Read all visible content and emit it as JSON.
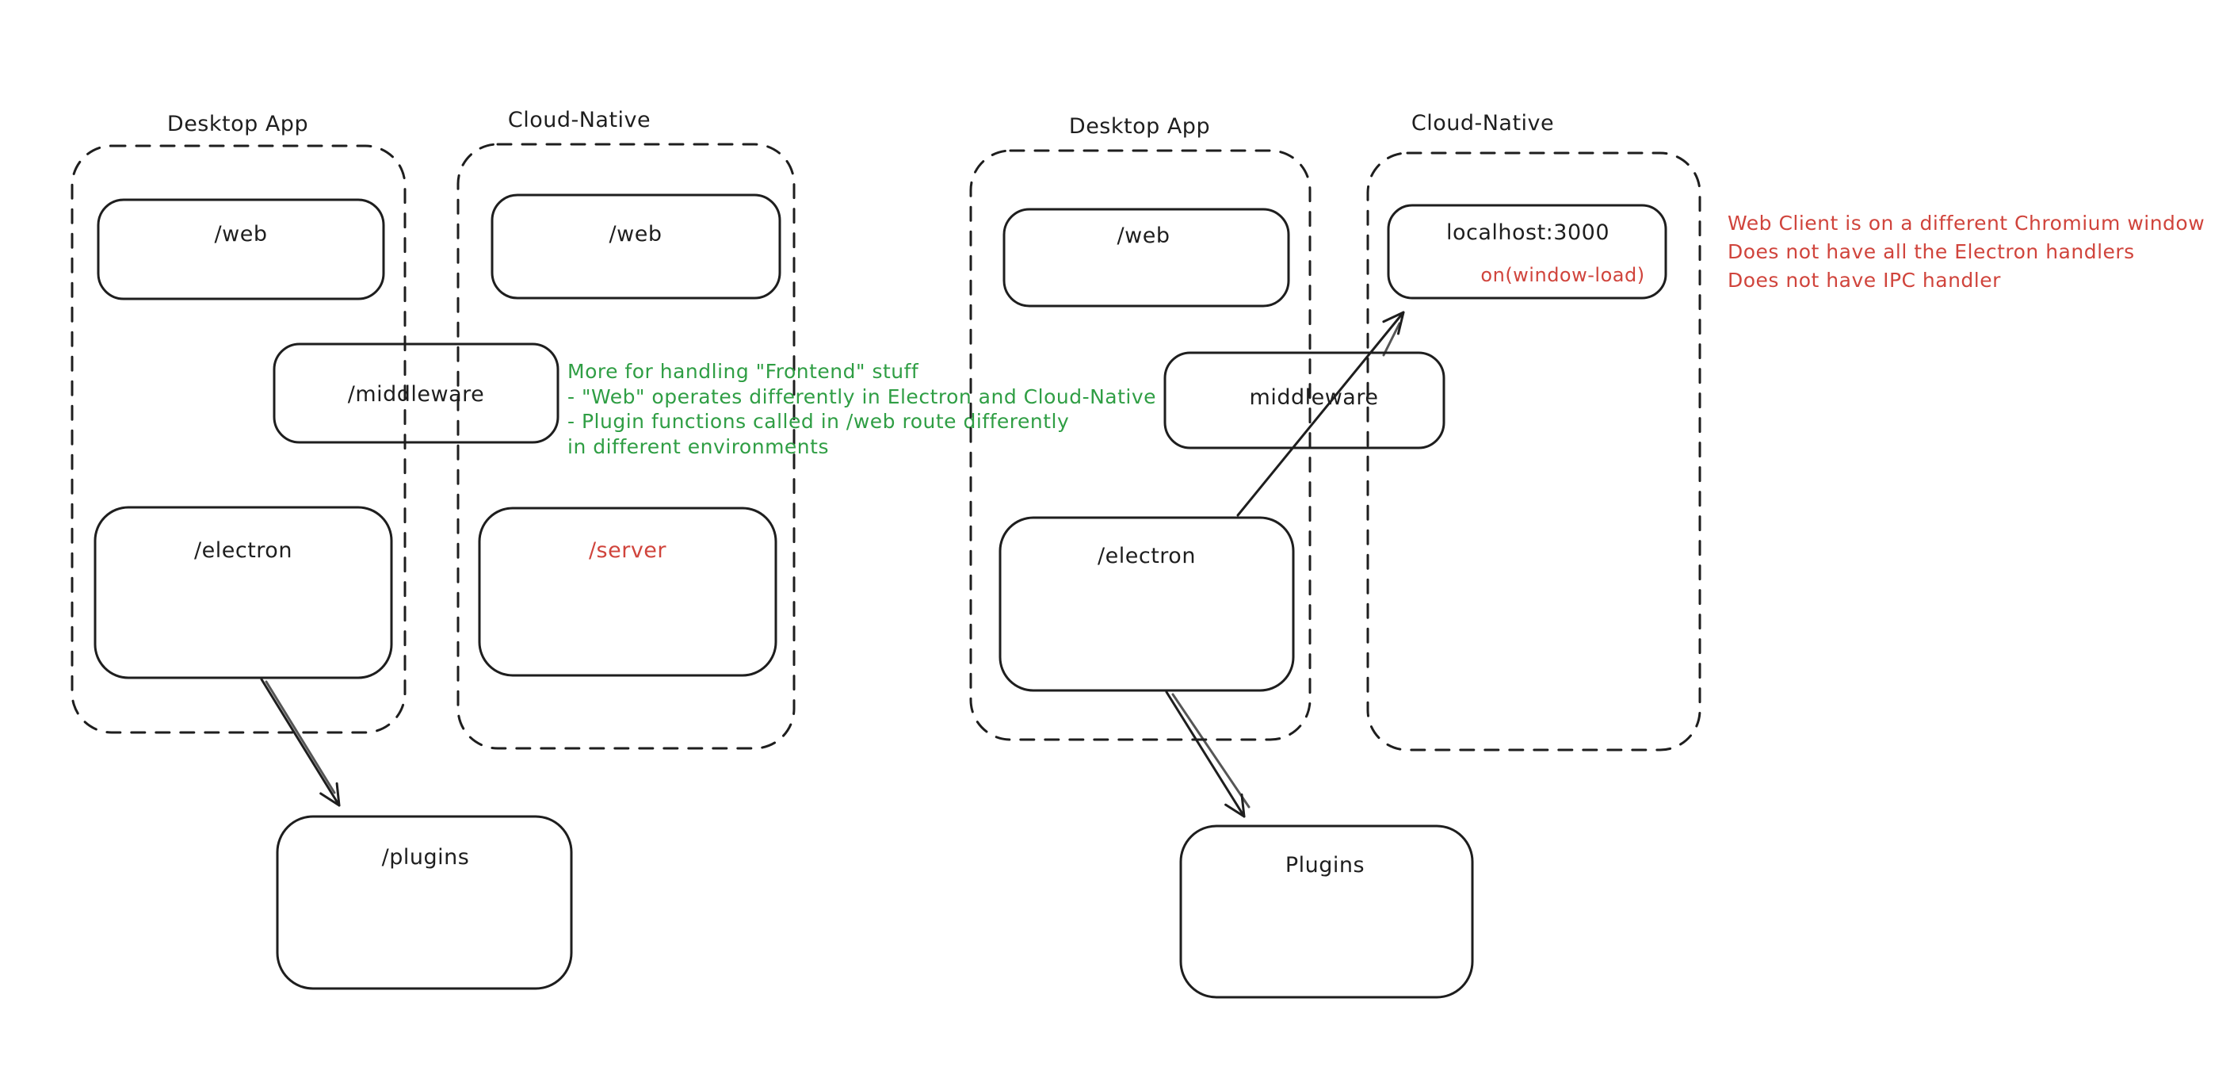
{
  "colors": {
    "ink": "#1e1e1e",
    "green": "#2f9e44",
    "red": "#d0443c",
    "background": "#ffffff"
  },
  "left": {
    "desktop_app": {
      "label": "Desktop App",
      "web": "/web",
      "electron": "/electron"
    },
    "cloud_native": {
      "label": "Cloud-Native",
      "web": "/web",
      "server": "/server"
    },
    "middleware": "/middleware",
    "plugins": "/plugins",
    "green_note": {
      "lines": [
        "More for handling \"Frontend\" stuff",
        "- \"Web\" operates differently in Electron and Cloud-Native",
        "- Plugin functions called in /web route differently",
        "in different environments"
      ]
    }
  },
  "right": {
    "desktop_app": {
      "label": "Desktop App",
      "web": "/web",
      "electron": "/electron"
    },
    "cloud_native": {
      "label": "Cloud-Native",
      "localhost": "localhost:3000",
      "window_load": "on(window-load)"
    },
    "middleware": "middleware",
    "plugins": "Plugins",
    "red_note": {
      "lines": [
        "Web Client is on a different Chromium window",
        "Does not have all the Electron handlers",
        "Does not have IPC handler"
      ]
    }
  }
}
